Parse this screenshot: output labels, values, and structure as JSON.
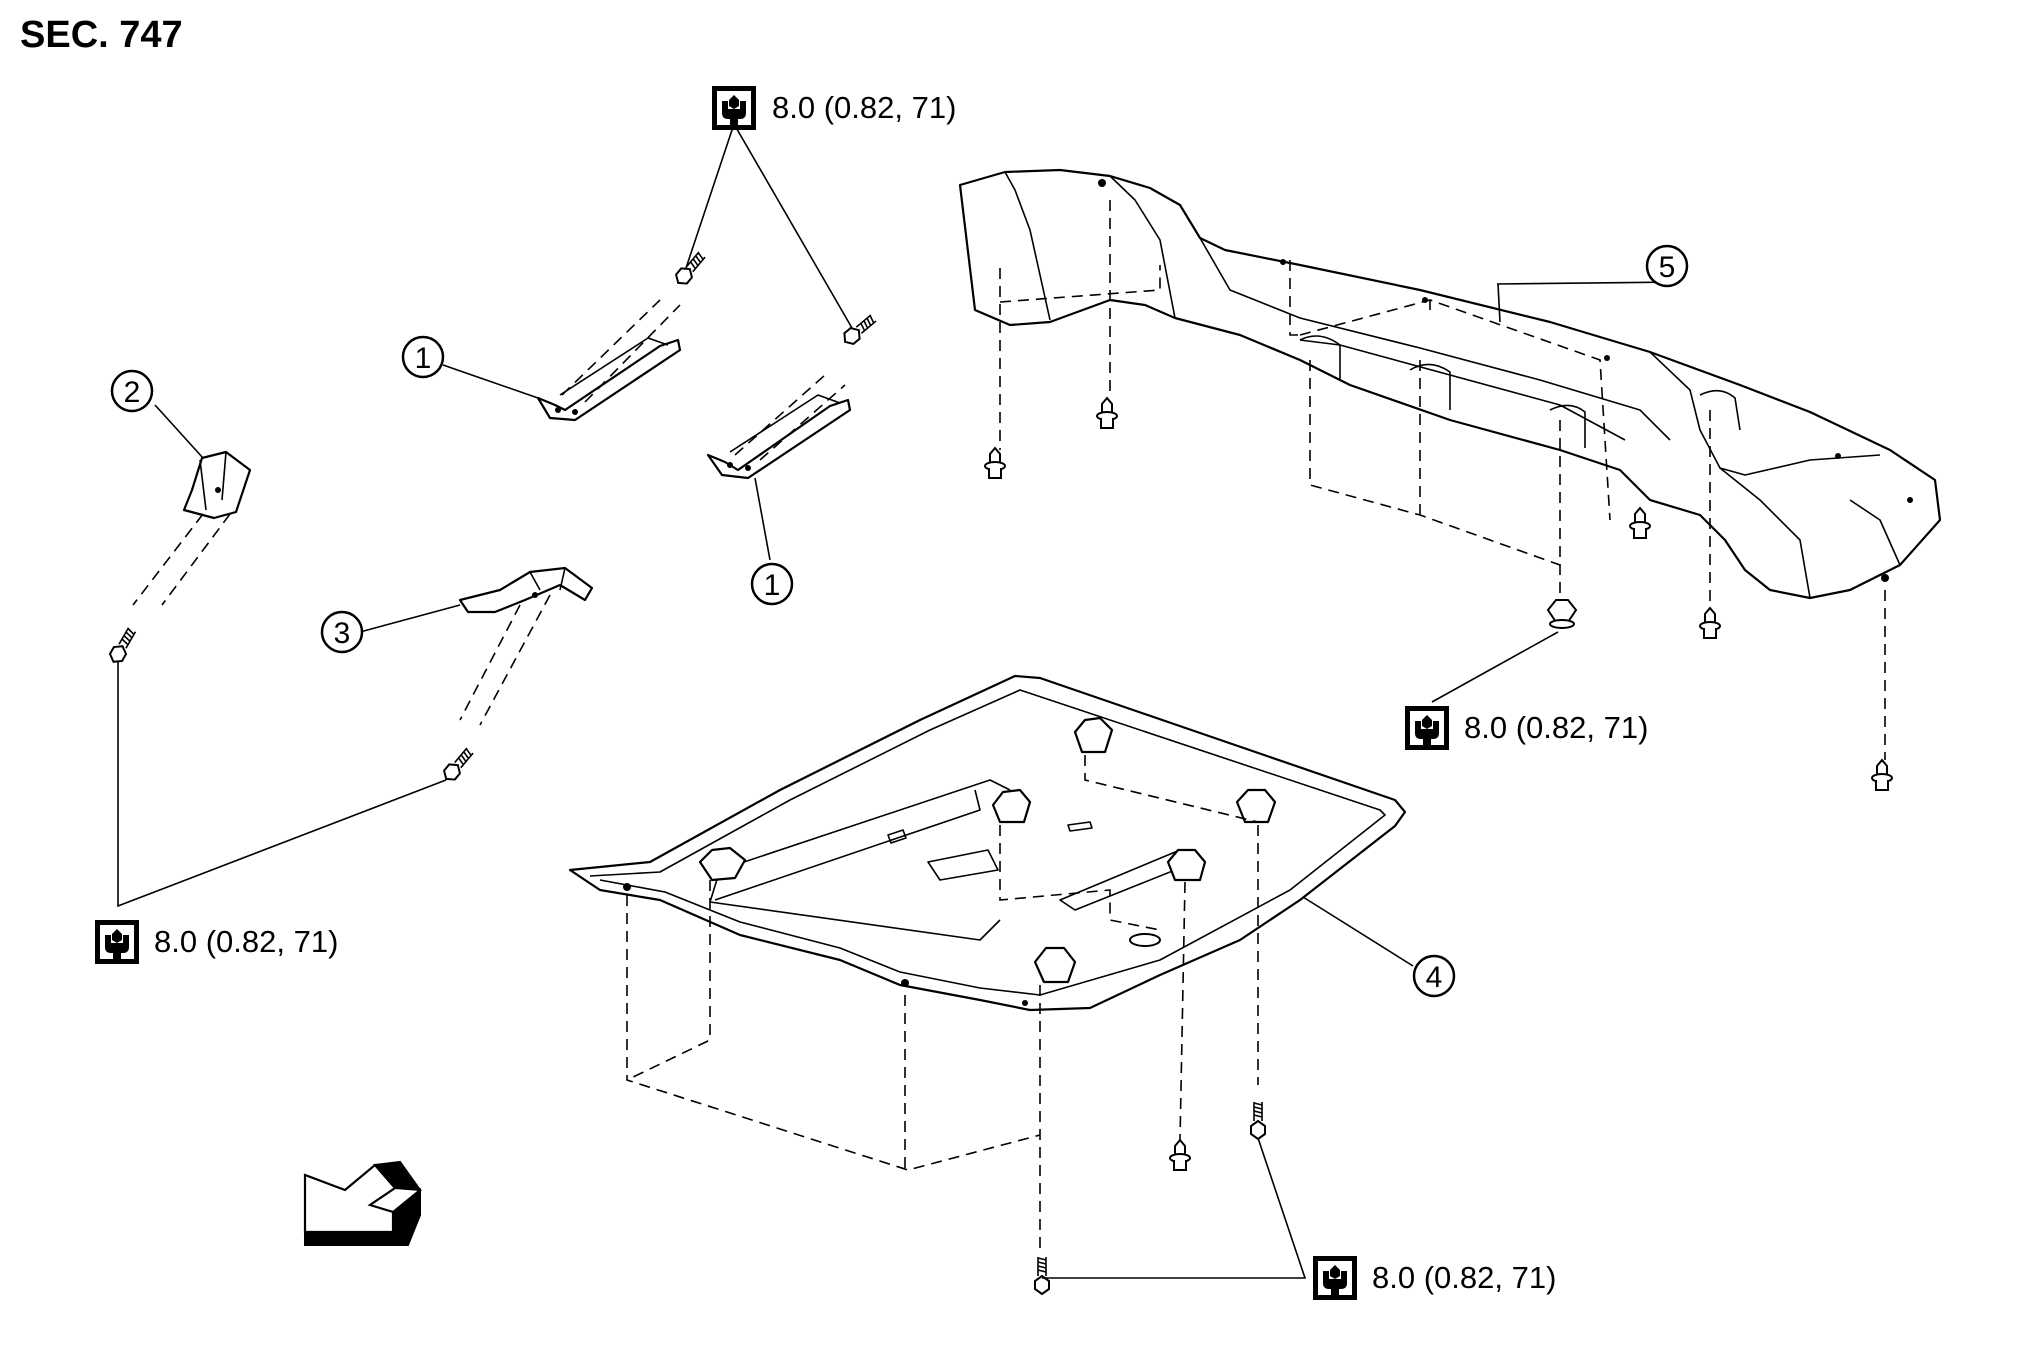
{
  "section": "SEC. 747",
  "torque_callouts": [
    {
      "id": "t1",
      "value": "8.0 (0.82, 71)",
      "icon": "torque-wrench-icon"
    },
    {
      "id": "t2",
      "value": "8.0 (0.82, 71)",
      "icon": "torque-wrench-icon"
    },
    {
      "id": "t3",
      "value": "8.0 (0.82, 71)",
      "icon": "torque-wrench-icon"
    },
    {
      "id": "t4",
      "value": "8.0 (0.82, 71)",
      "icon": "torque-wrench-icon"
    }
  ],
  "parts": [
    {
      "label": "1"
    },
    {
      "label": "1"
    },
    {
      "label": "2"
    },
    {
      "label": "3"
    },
    {
      "label": "4"
    },
    {
      "label": "5"
    }
  ],
  "direction_indicator": "front-arrow-icon"
}
